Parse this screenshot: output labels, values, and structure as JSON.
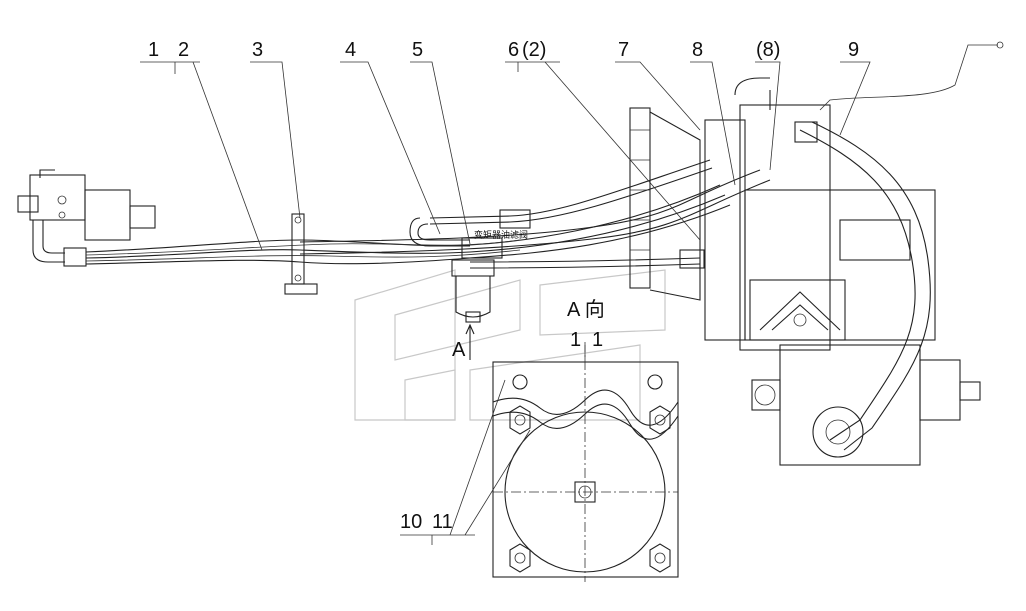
{
  "callouts": {
    "c1": "1",
    "c2": "2",
    "c3": "3",
    "c4": "4",
    "c5": "5",
    "c6": "6",
    "c6b": "(2)",
    "c7": "7",
    "c8": "8",
    "c8b": "(8)",
    "c9": "9",
    "c10": "10",
    "c11": "11"
  },
  "view_labels": {
    "a_dir": "A 向",
    "a_marker": "A",
    "section": "1"
  },
  "annotations": {
    "torque_label": "变矩器油滤阀"
  }
}
